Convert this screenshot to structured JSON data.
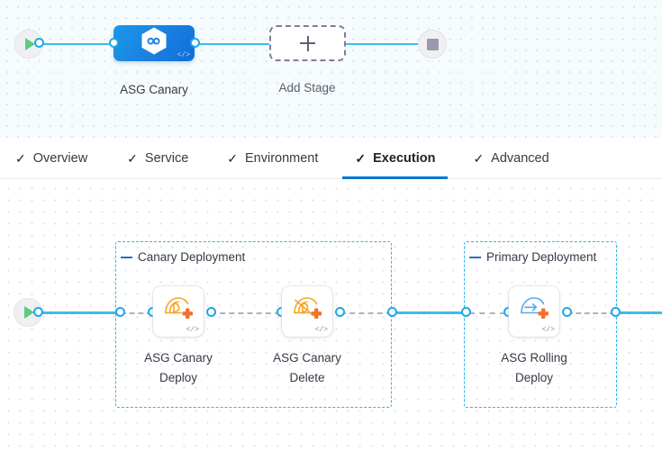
{
  "stage_canvas": {
    "start_node": {
      "icon": "play-icon"
    },
    "end_node": {
      "icon": "stop-square-icon"
    },
    "stage": {
      "label": "ASG Canary",
      "icon": "harness-hexagon-infinity-icon",
      "code_glyph": "</>",
      "color": "#1b7fe0"
    },
    "add_stage": {
      "label": "Add Stage",
      "icon": "plus-icon"
    }
  },
  "tabs": {
    "check_glyph": "✓",
    "active_index": 3,
    "accent_color": "#0278d5",
    "items": [
      {
        "label": "Overview"
      },
      {
        "label": "Service"
      },
      {
        "label": "Environment"
      },
      {
        "label": "Execution"
      },
      {
        "label": "Advanced"
      }
    ]
  },
  "execution_canvas": {
    "start_node": {
      "icon": "play-icon"
    },
    "groups": [
      {
        "title": "Canary Deployment",
        "collapse_icon": "collapse-dash-icon",
        "steps": [
          {
            "label_line1": "ASG Canary",
            "label_line2": "Deploy",
            "icon": "asg-canary-deploy-icon",
            "code_glyph": "</>"
          },
          {
            "label_line1": "ASG Canary",
            "label_line2": "Delete",
            "icon": "asg-canary-delete-icon",
            "code_glyph": "</>"
          }
        ]
      },
      {
        "title": "Primary Deployment",
        "collapse_icon": "collapse-dash-icon",
        "steps": [
          {
            "label_line1": "ASG Rolling",
            "label_line2": "Deploy",
            "icon": "asg-rolling-deploy-icon",
            "code_glyph": "</>"
          }
        ]
      }
    ]
  },
  "colors": {
    "connector_solid": "#40bbec",
    "connector_dashed": "#b0b1c4",
    "group_border": "#2ab6f0",
    "step_icon_orange": "#f5a623",
    "step_icon_plus": "#f2722b",
    "step_icon_blue": "#5aa9e6"
  }
}
